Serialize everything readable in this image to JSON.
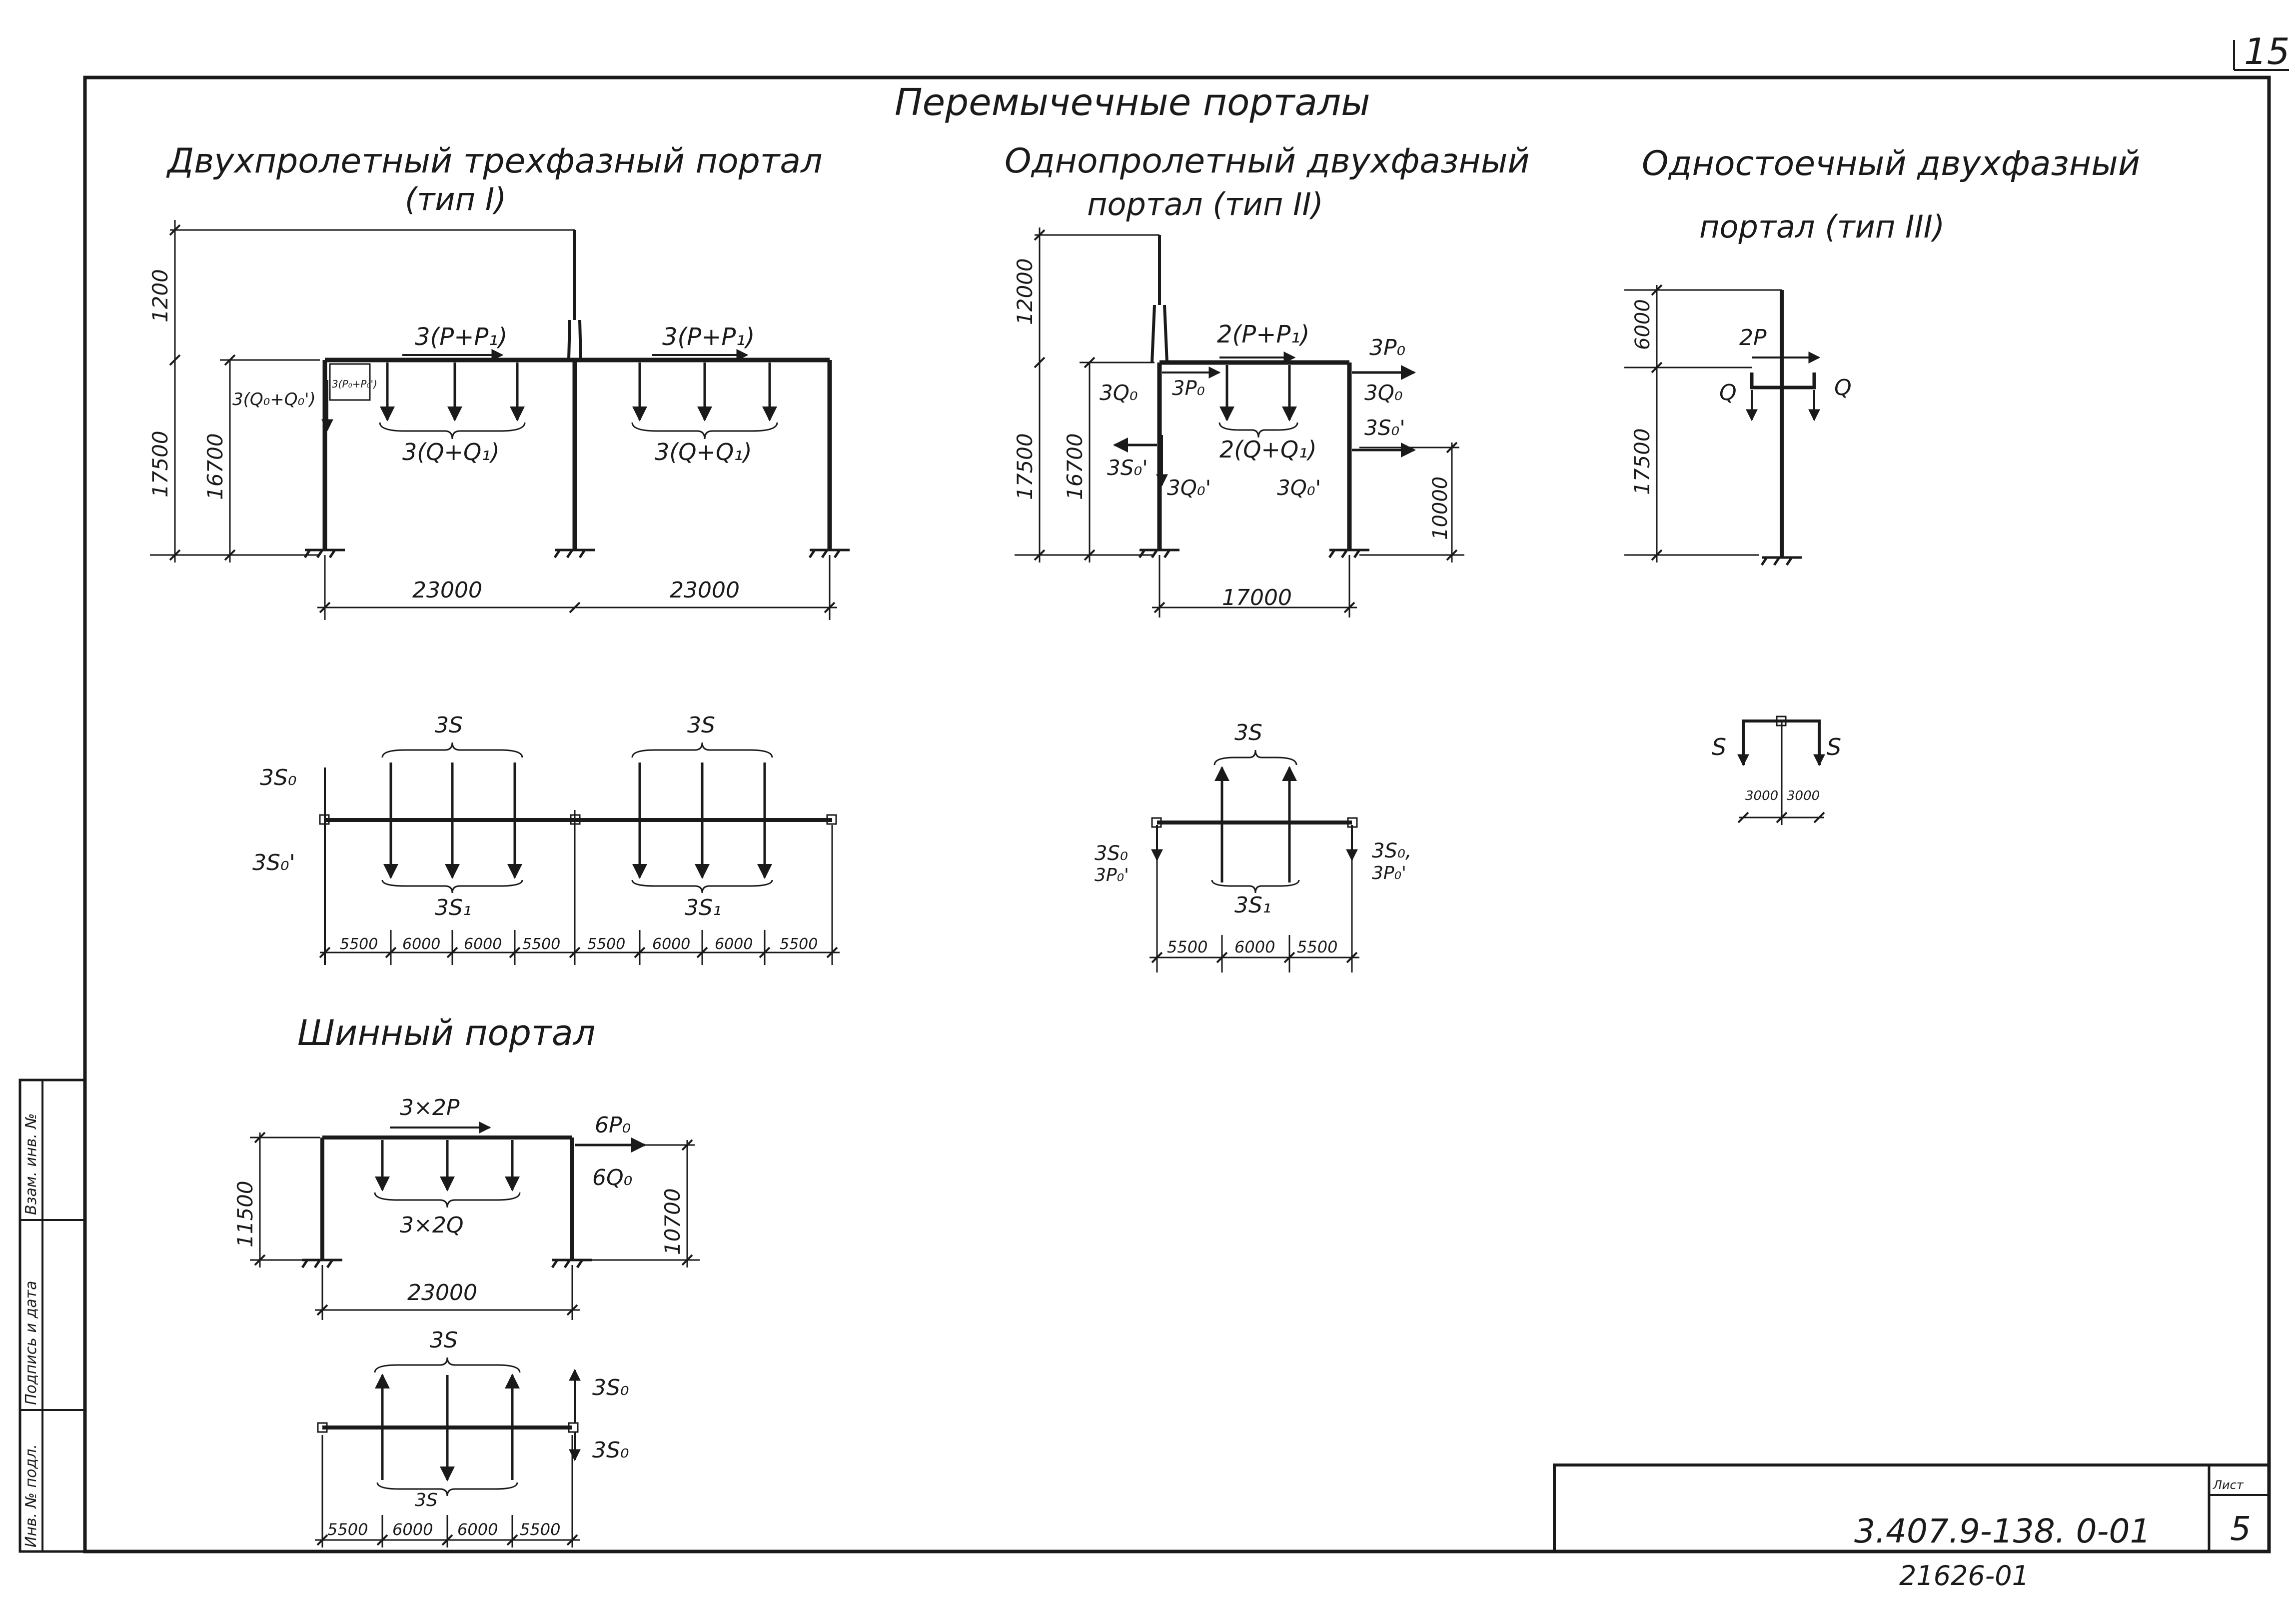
{
  "sheet": {
    "page_corner": "15",
    "main_title": "Перемычечные порталы",
    "doc_code": "3.407.9-138. 0-01",
    "sheet_label": "Лист",
    "sheet_no": "5",
    "archive_no": "21626-01",
    "stamp": [
      "Взам. инв. №",
      "Подпись и дата",
      "Инв. № подл."
    ]
  },
  "type1": {
    "title1": "Двухпролетный трехфазный портал",
    "title2": "(тип I)",
    "h_top": "1200",
    "h_main": "17500",
    "h_beam": "16700",
    "load_top_left": "3(P+P₁)",
    "load_top_right": "3(P+P₁)",
    "load_side": "3(Q₀+Q₀')",
    "load_side_small": "3(P₀+P₀')",
    "load_bot_left": "3(Q+Q₁)",
    "load_bot_right": "3(Q+Q₁)",
    "span_left": "23000",
    "span_right": "23000",
    "plan_top_left": "3S",
    "plan_top_right": "3S",
    "plan_bot_left": "3S₁",
    "plan_bot_right": "3S₁",
    "plan_side_top": "3S₀",
    "plan_side_bot": "3S₀'",
    "plan_dims": [
      "5500",
      "6000",
      "6000",
      "5500",
      "5500",
      "6000",
      "6000",
      "5500"
    ]
  },
  "type2": {
    "title1": "Однопролетный двухфазный",
    "title2": "портал (тип II)",
    "h_top": "12000",
    "h_main": "17500",
    "h_beam": "16700",
    "h_right": "10000",
    "load_top": "2(P+P₁)",
    "load_right_p": "3P₀",
    "load_left_q": "3Q₀",
    "load_left_p": "3P₀",
    "load_right_q": "3Q₀",
    "load_right_s": "3S₀'",
    "load_left_s": "3S₀'",
    "load_mid": "2(Q+Q₁)",
    "load_left_q2": "3Q₀'",
    "load_right_q2": "3Q₀'",
    "span": "17000",
    "plan_top": "3S",
    "plan_bot": "3S₁",
    "plan_left1": "3S₀",
    "plan_left2": "3P₀'",
    "plan_right1": "3S₀,",
    "plan_right2": "3P₀'",
    "plan_dims": [
      "5500",
      "6000",
      "5500"
    ]
  },
  "type3": {
    "title1": "Одностоечный двухфазный",
    "title2": "портал (тип III)",
    "h_top": "6000",
    "h_main": "17500",
    "load_p": "2P",
    "load_q_left": "Q",
    "load_q_right": "Q",
    "plan_s_left": "S",
    "plan_s_right": "S",
    "plan_dims": [
      "3000",
      "3000"
    ]
  },
  "bus": {
    "title": "Шинный портал",
    "load_top": "3×2P",
    "load_bot": "3×2Q",
    "load_p": "6P₀",
    "load_q": "6Q₀",
    "h_left": "11500",
    "h_right": "10700",
    "span": "23000",
    "plan_top": "3S",
    "plan_bot": "3S",
    "plan_s1": "3S₀",
    "plan_s2": "3S₀",
    "plan_dims": [
      "5500",
      "6000",
      "6000",
      "5500"
    ]
  }
}
